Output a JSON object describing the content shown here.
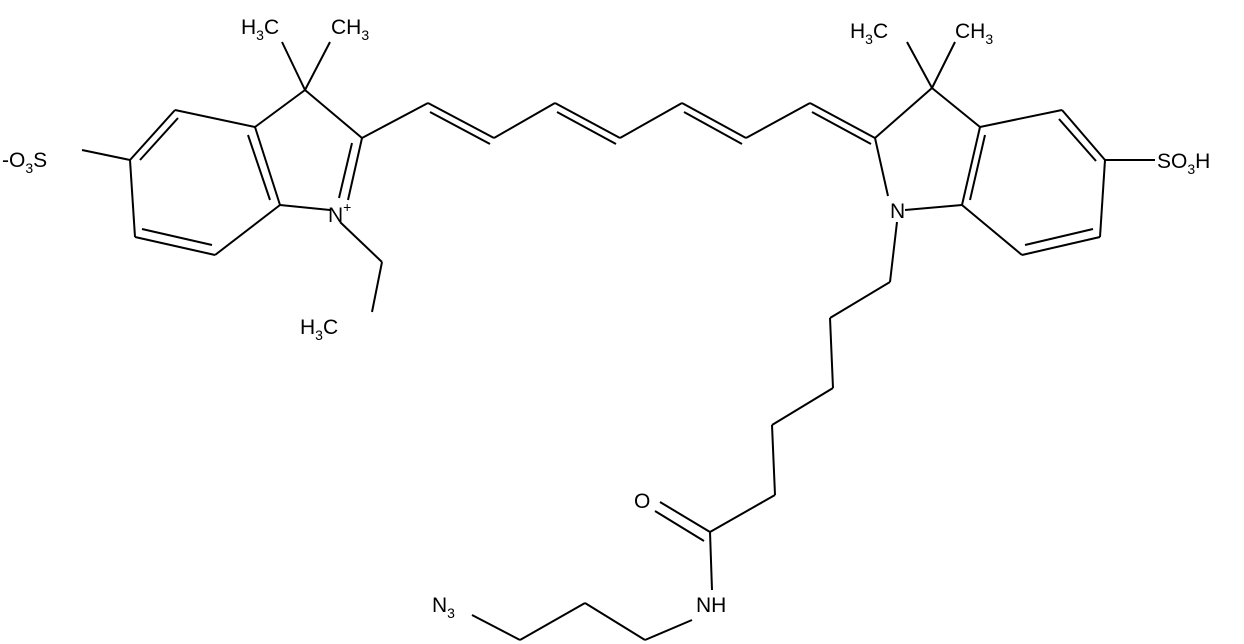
{
  "labels": {
    "h3c_left_top": {
      "pre": "H",
      "sub": "3",
      "post": "C"
    },
    "ch3_left_top": {
      "pre": "CH",
      "sub": "3"
    },
    "h3c_right_top": {
      "pre": "H",
      "sub": "3",
      "post": "C"
    },
    "ch3_right_top": {
      "pre": "CH",
      "sub": "3"
    },
    "sulfonate_left": {
      "pre": "-O",
      "sub": "3",
      "post": "S"
    },
    "sulfonic_right": {
      "pre": "SO",
      "sub": "3",
      "post": "H"
    },
    "n_plus": {
      "text": "N",
      "sup": "+"
    },
    "n_right": {
      "text": "N"
    },
    "h3c_ethyl": {
      "pre": "H",
      "sub": "3",
      "post": "C"
    },
    "oxygen": {
      "text": "O"
    },
    "nh": {
      "text": "NH"
    },
    "azide": {
      "pre": "N",
      "sub": "3"
    }
  },
  "colors": {
    "bond": "#000000",
    "background": "#ffffff"
  }
}
